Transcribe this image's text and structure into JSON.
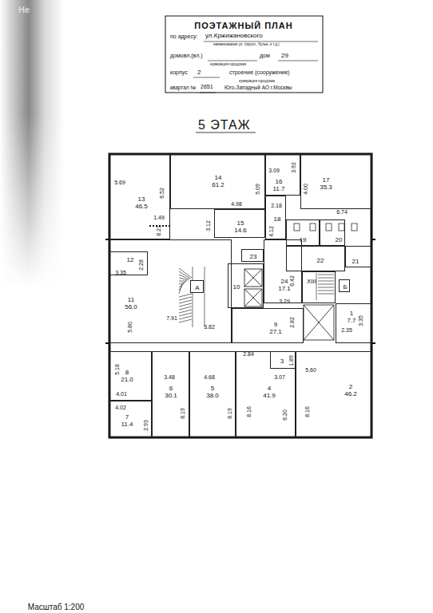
{
  "diagram": {
    "title": "5 ЭТАЖ",
    "nodes": [
      {
        "text": [
          "ПОЭТАЖНЫЙ ПЛАН",
          "по адресу:",
          "ул.Кржижановского",
          "наименование ул. (просп., бульв. и т.д.)",
          "домовл.(вл.)",
          "дом",
          "29",
          "нумерация городская",
          "корпус",
          "2",
          "строение (сооружение)",
          "нумерация городская",
          "квартал №",
          "2651",
          "Юго-Западный АО г.Москвы"
        ]
      },
      {
        "text": [
          "13",
          "46.5"
        ]
      },
      {
        "text": [
          "14",
          "61.2"
        ]
      },
      {
        "text": [
          "16",
          "11.7"
        ]
      },
      {
        "text": [
          "17",
          "35.3"
        ]
      },
      {
        "text": [
          "15",
          "14.6"
        ]
      },
      {
        "text": [
          "18"
        ]
      },
      {
        "text": [
          "19"
        ]
      },
      {
        "text": [
          "20"
        ]
      },
      {
        "text": [
          "23"
        ]
      },
      {
        "text": [
          "22"
        ]
      },
      {
        "text": [
          "21"
        ]
      },
      {
        "text": [
          "12"
        ]
      },
      {
        "text": [
          "А"
        ]
      },
      {
        "text": [
          "10"
        ]
      },
      {
        "text": [
          "24",
          "17.1"
        ]
      },
      {
        "text": [
          "XIII"
        ]
      },
      {
        "text": [
          "Б"
        ]
      },
      {
        "text": [
          "11",
          "56.0"
        ]
      },
      {
        "text": [
          "9",
          "27.1"
        ]
      },
      {
        "text": [
          "1",
          "7.7"
        ]
      },
      {
        "text": [
          "3"
        ]
      },
      {
        "text": [
          "8",
          "21.0"
        ]
      },
      {
        "text": [
          "6",
          "30.1"
        ]
      },
      {
        "text": [
          "5",
          "38.0"
        ]
      },
      {
        "text": [
          "4",
          "41.9"
        ]
      },
      {
        "text": [
          "2",
          "46.2"
        ]
      },
      {
        "text": [
          "7",
          "11.4"
        ]
      }
    ],
    "labels": [
      "Не",
      "Масштаб 1:200",
      "5.69",
      "6.52",
      "1.49",
      "8.21",
      "3.12",
      "4.98",
      "5.09",
      "3.09",
      "3.92",
      "4.00",
      "2.18",
      "6.74",
      "4.12",
      "2.28",
      "3.35",
      "6.42",
      "3.29",
      "5.80",
      "7.91",
      "3.82",
      "2.82",
      "2.35",
      "3.35",
      "2.84",
      "1.89",
      "3.07",
      "5.60",
      "5.18",
      "3.48",
      "4.68",
      "4.01",
      "4.02",
      "2.93",
      "8.19",
      "8.19",
      "8.16",
      "6.20",
      "8.16"
    ]
  }
}
